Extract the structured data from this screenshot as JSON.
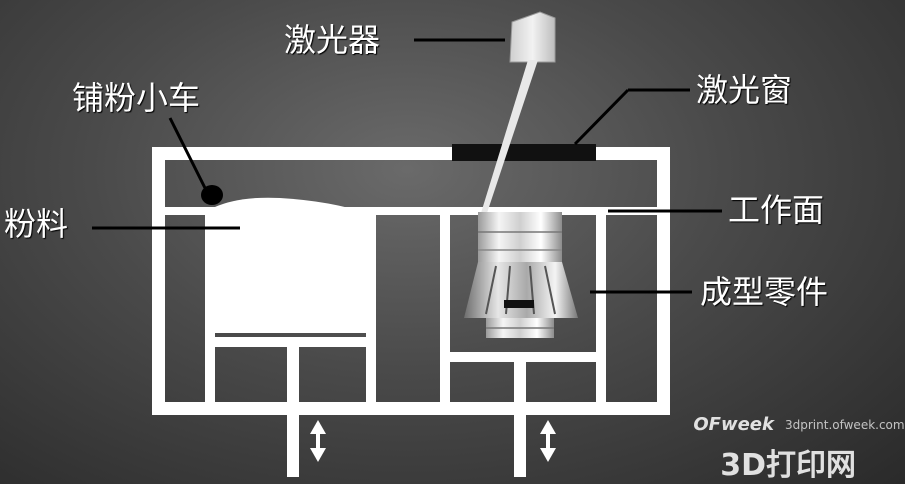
{
  "labels": {
    "laser": "激光器",
    "spreader": "铺粉小车",
    "laser_window": "激光窗",
    "powder": "粉料",
    "work_surface": "工作面",
    "part": "成型零件"
  },
  "watermark": {
    "brand": "OFweek",
    "url": "3dprint.ofweek.com",
    "site": "3D打印网"
  },
  "colors": {
    "frame": "#ffffff",
    "background": "#4a4a4a",
    "window": "#111111"
  }
}
